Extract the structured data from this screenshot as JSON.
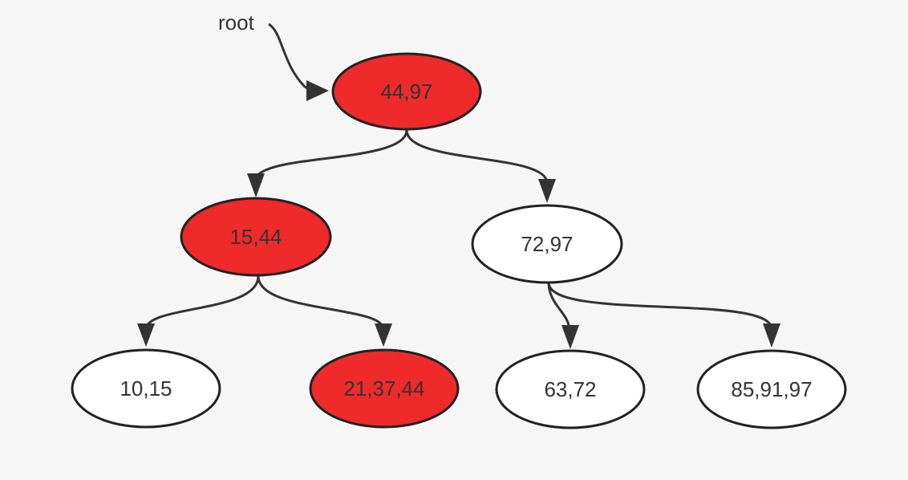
{
  "diagram": {
    "root_label": "root",
    "colors": {
      "highlight": "#ee2a2a",
      "normal": "#ffffff",
      "stroke": "#222222",
      "edge": "#333333",
      "background": "#f6f6f6"
    },
    "nodes": [
      {
        "id": "n1",
        "label": "44,97",
        "highlighted": true
      },
      {
        "id": "n2",
        "label": "15,44",
        "highlighted": true
      },
      {
        "id": "n3",
        "label": "72,97",
        "highlighted": false
      },
      {
        "id": "n4",
        "label": "10,15",
        "highlighted": false
      },
      {
        "id": "n5",
        "label": "21,37,44",
        "highlighted": true
      },
      {
        "id": "n6",
        "label": "63,72",
        "highlighted": false
      },
      {
        "id": "n7",
        "label": "85,91,97",
        "highlighted": false
      }
    ],
    "edges": [
      {
        "from": "root",
        "to": "n1"
      },
      {
        "from": "n1",
        "to": "n2"
      },
      {
        "from": "n1",
        "to": "n3"
      },
      {
        "from": "n2",
        "to": "n4"
      },
      {
        "from": "n2",
        "to": "n5"
      },
      {
        "from": "n3",
        "to": "n6"
      },
      {
        "from": "n3",
        "to": "n7"
      }
    ]
  }
}
